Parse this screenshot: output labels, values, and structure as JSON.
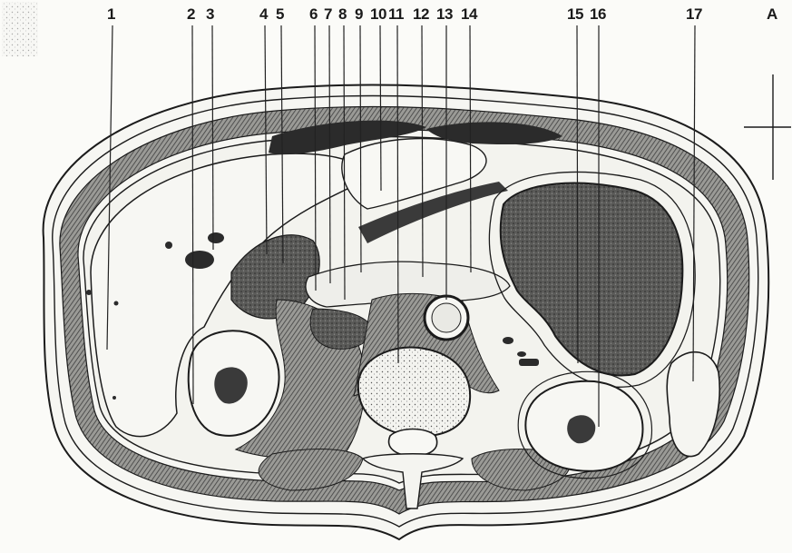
{
  "figure": {
    "panel_letter": "A",
    "labels": [
      "1",
      "2",
      "3",
      "4",
      "5",
      "6",
      "7",
      "8",
      "9",
      "10",
      "11",
      "12",
      "13",
      "14",
      "15",
      "16",
      "17"
    ]
  },
  "colors": {
    "ink": "#1b1b1b",
    "paper": "#fbfbf8",
    "organ_fill": "#f4f4f0",
    "dark_fill": "#3a3a3a",
    "mid_fill": "#8c8c8c",
    "light_fill": "#c9c9c4"
  }
}
